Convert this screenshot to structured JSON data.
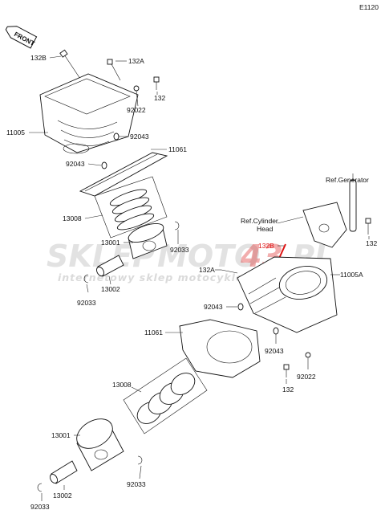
{
  "page_code": "E1120",
  "front_badge": "FRONT",
  "watermark": {
    "part1": "SKLEP",
    "part2": "MOTO",
    "part3": "43",
    "part4": ".PL",
    "subtitle": "internetowy sklep motocyklowy"
  },
  "labels": {
    "l132B_top": "132B",
    "l132A_top": "132A",
    "l132_top": "132",
    "l92022_top": "92022",
    "l11005": "11005",
    "l92043_right": "92043",
    "l11061_top": "11061",
    "l92043_left": "92043",
    "l13008_top": "13008",
    "l13001_top": "13001",
    "l92033_top_right": "92033",
    "l13002_top": "13002",
    "l92033_top_left": "92033",
    "ref_generator": "Ref.Generator",
    "ref_cyl_head_1": "Ref.Cylinder",
    "ref_cyl_head_2": "Head",
    "l132_right": "132",
    "l132B_mid": "132B",
    "l132A_mid": "132A",
    "l11005A": "11005A",
    "l92043_mid": "92043",
    "l11061_bottom": "11061",
    "l92043_bottom": "92043",
    "l92022_bottom": "92022",
    "l132_bottom": "132",
    "l13008_bottom": "13008",
    "l13001_bottom": "13001",
    "l13002_bottom": "13002",
    "l92033_bottom_right": "92033",
    "l92033_bottom_left": "92033"
  }
}
